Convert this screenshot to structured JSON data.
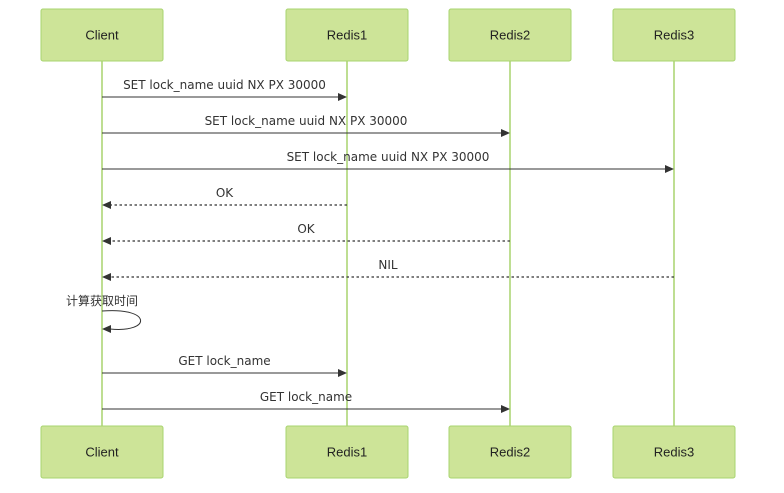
{
  "participants": [
    {
      "id": "client",
      "label": "Client"
    },
    {
      "id": "redis1",
      "label": "Redis1"
    },
    {
      "id": "redis2",
      "label": "Redis2"
    },
    {
      "id": "redis3",
      "label": "Redis3"
    }
  ],
  "messages": [
    {
      "from": "client",
      "to": "redis1",
      "label": "SET lock_name uuid NX PX 30000",
      "style": "solid"
    },
    {
      "from": "client",
      "to": "redis2",
      "label": "SET lock_name uuid NX PX 30000",
      "style": "solid"
    },
    {
      "from": "client",
      "to": "redis3",
      "label": "SET lock_name uuid NX PX 30000",
      "style": "solid"
    },
    {
      "from": "redis1",
      "to": "client",
      "label": "OK",
      "style": "dotted"
    },
    {
      "from": "redis2",
      "to": "client",
      "label": "OK",
      "style": "dotted"
    },
    {
      "from": "redis3",
      "to": "client",
      "label": "NIL",
      "style": "dotted"
    },
    {
      "from": "client",
      "to": "client",
      "label": "计算获取时间",
      "style": "self"
    },
    {
      "from": "client",
      "to": "redis1",
      "label": "GET lock_name",
      "style": "solid"
    },
    {
      "from": "client",
      "to": "redis2",
      "label": "GET lock_name",
      "style": "solid"
    }
  ],
  "colors": {
    "actor_fill": "#cde498",
    "actor_border": "#a8d46f",
    "lifeline": "#a8d46f",
    "message": "#333333"
  }
}
